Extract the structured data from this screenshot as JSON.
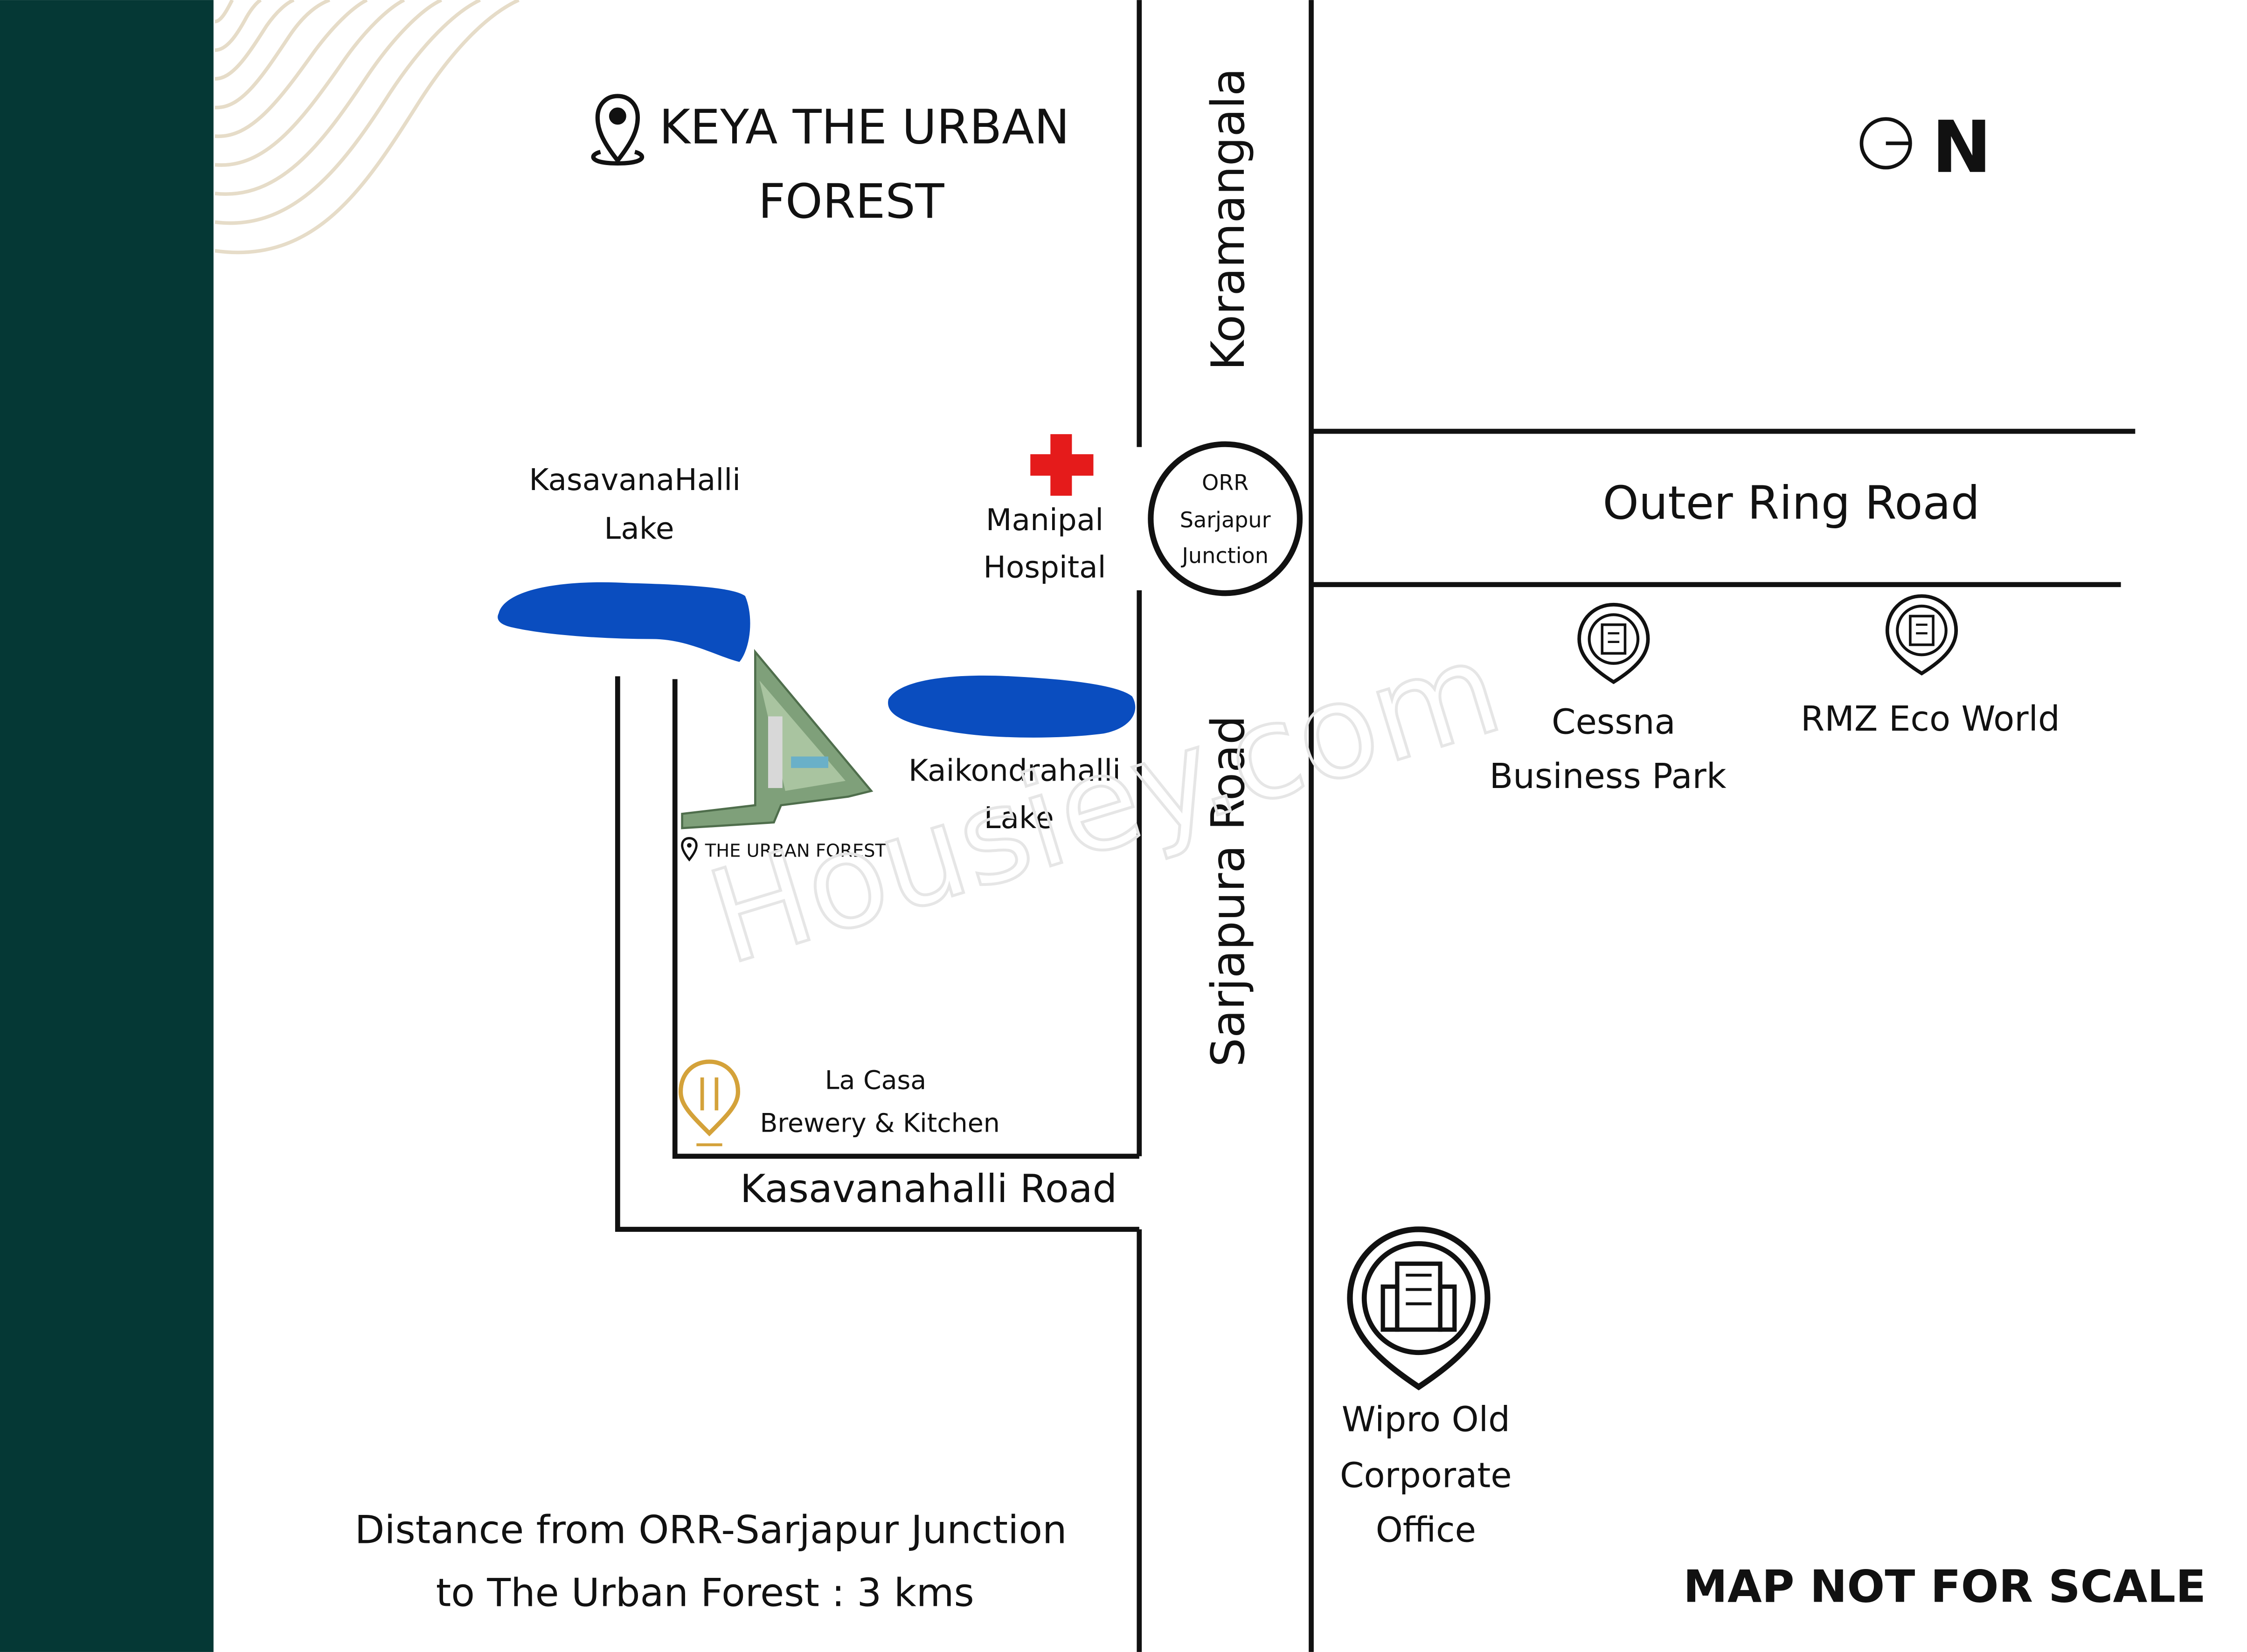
{
  "header": {
    "title_line1": "KEYA THE URBAN",
    "title_line2": "FOREST"
  },
  "compass": {
    "label": "N"
  },
  "roads": {
    "koramangala": "Koramangala",
    "sarjapura": "Sarjapura Road",
    "outer_ring": "Outer Ring Road",
    "kasavanahalli": "Kasavanahalli Road"
  },
  "junction": {
    "line1": "ORR",
    "line2": "Sarjapur",
    "line3": "Junction"
  },
  "landmarks": {
    "kasavanahalli_lake": {
      "line1": "KasavanaHalli",
      "line2": "Lake"
    },
    "manipal": {
      "line1": "Manipal",
      "line2": "Hospital"
    },
    "kaikondrahalli_lake": {
      "line1": "Kaikondrahalli",
      "line2": "Lake"
    },
    "project_tag": "THE URBAN FOREST",
    "la_casa": {
      "line1": "La Casa",
      "line2": "Brewery & Kitchen"
    },
    "cessna": {
      "line1": "Cessna",
      "line2": "Business Park"
    },
    "rmz": {
      "line1": "RMZ Eco World"
    },
    "wipro": {
      "line1": "Wipro Old",
      "line2": "Corporate",
      "line3": "Office"
    }
  },
  "footer": {
    "distance_line1": "Distance from ORR-Sarjapur Junction",
    "distance_line2": "to The Urban Forest : 3 kms",
    "disclaimer": "MAP NOT FOR SCALE"
  },
  "watermark": "Housiey.com",
  "colors": {
    "sidebar": "#053835",
    "lake": "#0a4dbf",
    "hospital_cross": "#e51b1b",
    "restaurant_pin": "#d4a23a",
    "contour": "#e6dcc8",
    "road_line": "#111111"
  },
  "icons": {
    "title_pin": "location-pin-icon",
    "compass": "compass-icon",
    "hospital": "red-cross-icon",
    "restaurant": "fork-knife-pin-icon",
    "office": "office-building-pin-icon"
  }
}
